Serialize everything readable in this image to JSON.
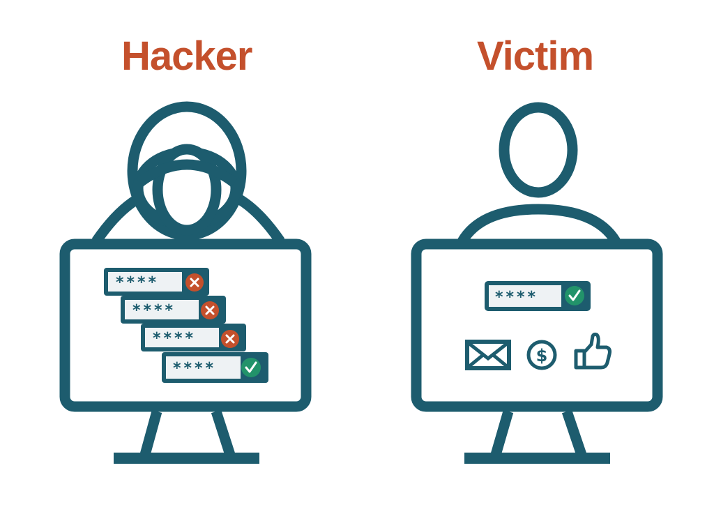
{
  "colors": {
    "primary": "#1d5c6e",
    "accent": "#c4502c",
    "success": "#22936a",
    "field_bg": "#eef2f4",
    "background": "#ffffff"
  },
  "hacker": {
    "title": "Hacker",
    "password_attempts": [
      {
        "masked": "****",
        "status": "rejected",
        "icon": "x-icon"
      },
      {
        "masked": "****",
        "status": "rejected",
        "icon": "x-icon"
      },
      {
        "masked": "****",
        "status": "rejected",
        "icon": "x-icon"
      },
      {
        "masked": "****",
        "status": "accepted",
        "icon": "check-icon"
      }
    ]
  },
  "victim": {
    "title": "Victim",
    "password": {
      "masked": "****",
      "status": "accepted",
      "icon": "check-icon"
    },
    "account_icons": [
      "envelope-icon",
      "dollar-icon",
      "thumbs-up-icon"
    ]
  }
}
